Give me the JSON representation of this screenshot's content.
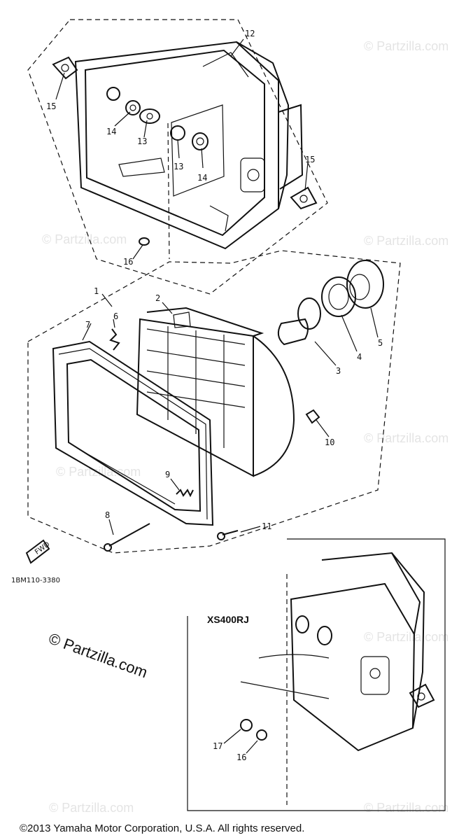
{
  "callouts": {
    "c1": "1",
    "c2": "2",
    "c3": "3",
    "c4": "4",
    "c5": "5",
    "c6": "6",
    "c7": "7",
    "c8": "8",
    "c9": "9",
    "c10": "10",
    "c11": "11",
    "c12": "12",
    "c13a": "13",
    "c13b": "13",
    "c14a": "14",
    "c14b": "14",
    "c15a": "15",
    "c15b": "15",
    "c16a": "16",
    "c16b": "16",
    "c17": "17"
  },
  "part_number": "1BM110-3380",
  "front_arrow": "FWD",
  "variant_label": "XS400RJ",
  "watermark_small": "© Partzilla.com",
  "watermark_main": "© Partzilla.com",
  "footer": "©2013  Yamaha Motor Corporation, U.S.A. All rights reserved."
}
